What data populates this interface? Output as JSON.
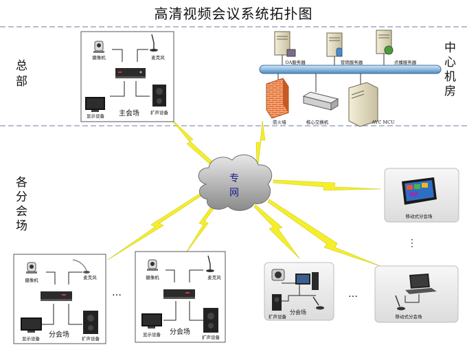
{
  "title": "高清视频会议系统拓扑图",
  "regions": {
    "hq": "总部",
    "center": "中心机房",
    "branches": "各分会场"
  },
  "network": {
    "label": "专网"
  },
  "hq_site": {
    "camera": "摄像机",
    "mic": "麦克风",
    "display": "显示设备",
    "speaker": "扩声设备",
    "name": "主会场"
  },
  "center": {
    "oa_server": "OA服务器",
    "marketing_server": "营销服务器",
    "vod_server": "点播服务器",
    "firewall": "防火墙",
    "core_switch": "核心交换机",
    "mcu": "AVC MCU"
  },
  "branch_1": {
    "camera": "摄像机",
    "mic": "麦克风",
    "display": "显示设备",
    "speaker": "扩声设备",
    "name": "分会场"
  },
  "branch_2": {
    "camera": "摄像机",
    "mic": "麦克风",
    "display": "显示设备",
    "speaker": "扩声设备",
    "name": "分会场"
  },
  "branch_3": {
    "speaker": "扩声设备",
    "name": "分会场"
  },
  "mobile_1": {
    "name": "移动式分会场"
  },
  "mobile_2": {
    "name": "移动式分会场"
  },
  "ellipsis": "…",
  "vellipsis": "⋮"
}
